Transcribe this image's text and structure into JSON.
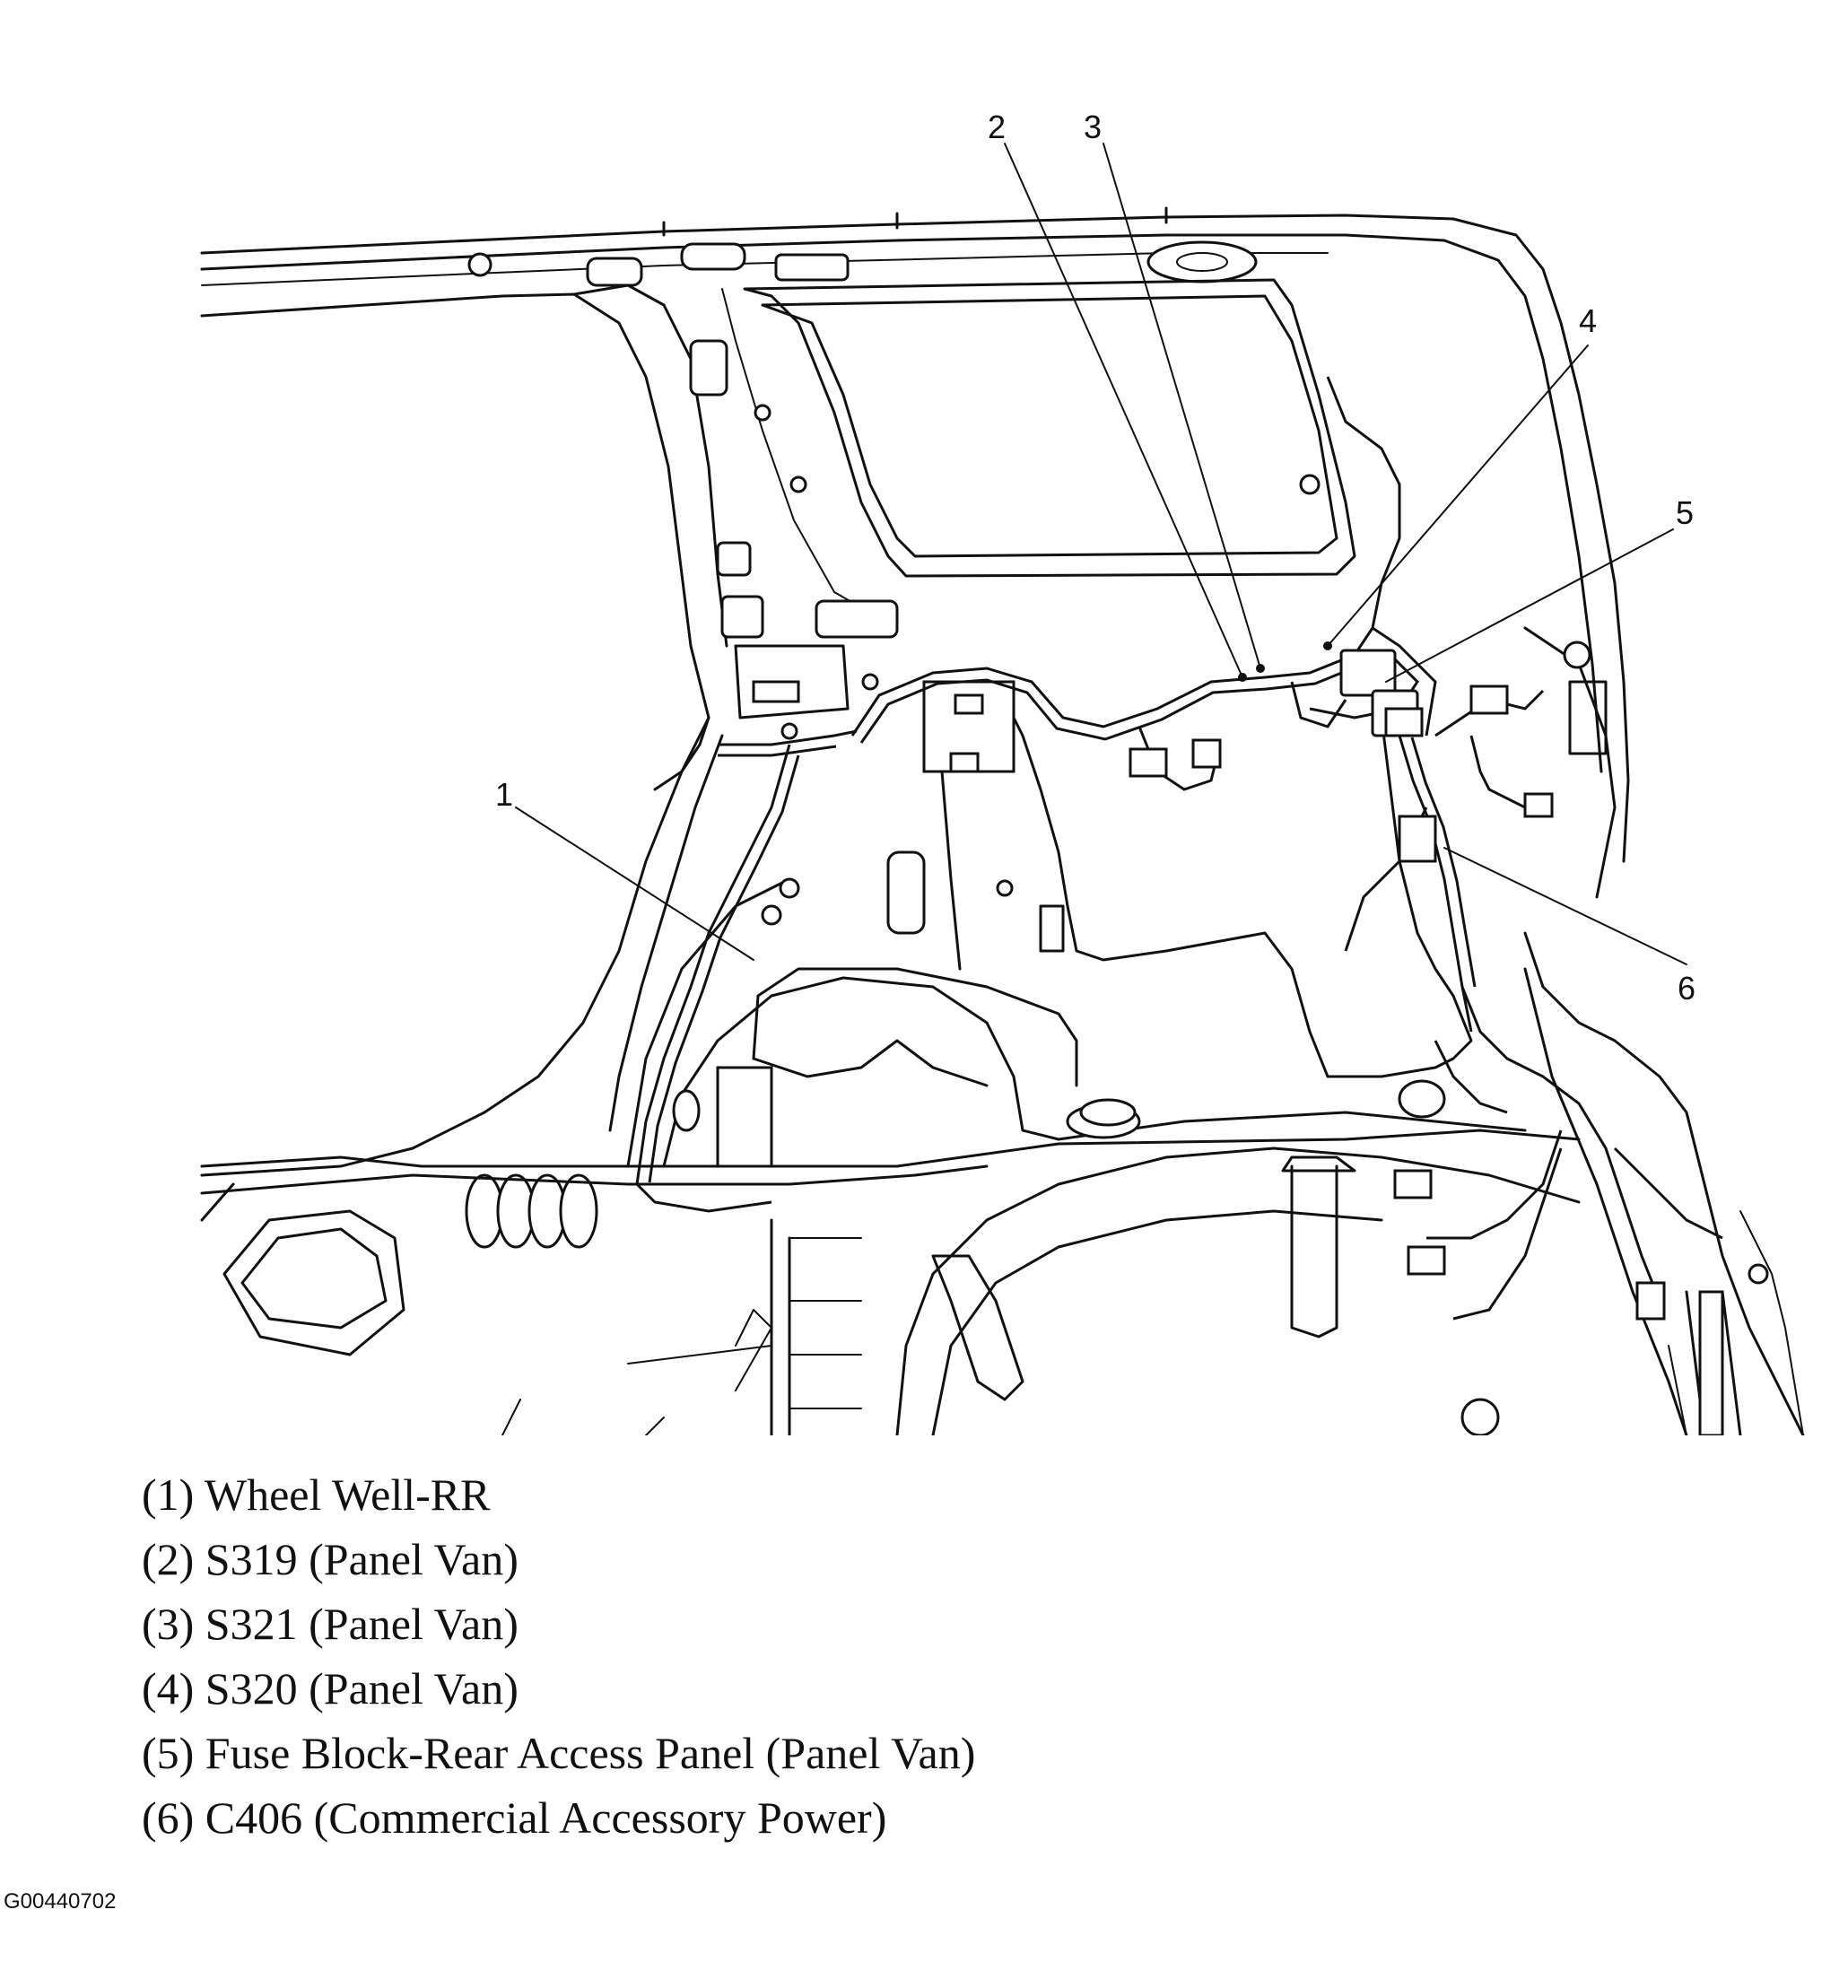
{
  "diagram": {
    "callouts": [
      {
        "id": "1",
        "label": "1"
      },
      {
        "id": "2",
        "label": "2"
      },
      {
        "id": "3",
        "label": "3"
      },
      {
        "id": "4",
        "label": "4"
      },
      {
        "id": "5",
        "label": "5"
      },
      {
        "id": "6",
        "label": "6"
      }
    ]
  },
  "legend": {
    "items": [
      "(1) Wheel Well-RR",
      "(2) S319 (Panel Van)",
      "(3) S321 (Panel Van)",
      "(4) S320 (Panel Van)",
      "(5) Fuse Block-Rear Access Panel (Panel Van)",
      "(6) C406 (Commercial Accessory Power)"
    ]
  },
  "figure_id": "G00440702"
}
